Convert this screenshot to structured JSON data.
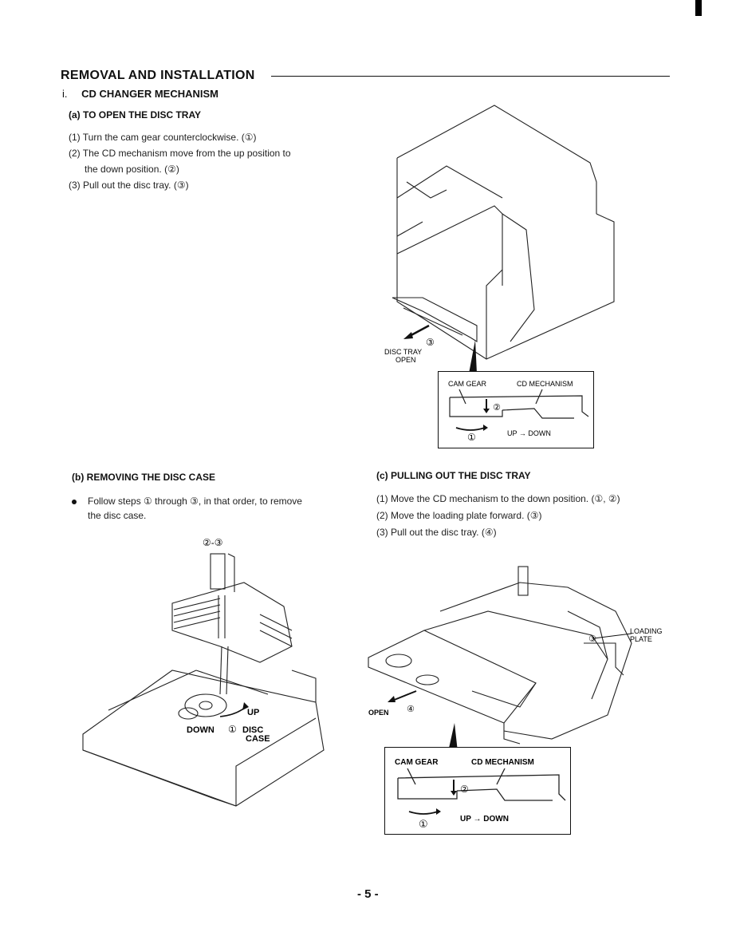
{
  "page": {
    "title": "REMOVAL AND INSTALLATION",
    "section_number": "i.",
    "section_title": "CD CHANGER MECHANISM",
    "page_number": "- 5 -"
  },
  "open_tray": {
    "heading": "(a) TO OPEN THE DISC TRAY",
    "steps": [
      "(1) Turn the cam gear counterclockwise. (①)",
      "(2) The CD mechanism move from the up position to",
      "the down position. (②)",
      "(3) Pull out the disc tray. (③)"
    ],
    "figure": {
      "arrow_callout": "③",
      "open_label_line1": "DISC TRAY",
      "open_label_line2": "OPEN",
      "inset_cam_gear": "CAM GEAR",
      "inset_cd_mechanism": "CD MECHANISM",
      "inset_callout_2": "②",
      "inset_callout_1": "①",
      "inset_up_down": "UP → DOWN"
    }
  },
  "remove_case": {
    "heading": "(b) REMOVING THE DISC CASE",
    "bullet_line1": "Follow steps ① through ③, in that order, to remove",
    "bullet_line2": "the disc case.",
    "figure": {
      "callout_top": "②-③",
      "label_up": "UP",
      "label_down": "DOWN",
      "callout_1": "①",
      "label_disc": "DISC",
      "label_case": "CASE"
    }
  },
  "pull_tray": {
    "heading": "(c) PULLING OUT THE DISC TRAY",
    "steps": [
      "(1) Move the CD mechanism to the down position. (①, ②)",
      "(2) Move the loading plate forward. (③)",
      "(3) Pull out the disc tray. (④)"
    ],
    "figure": {
      "loading_label_line1": "LOADING",
      "loading_label_line2": "PLATE",
      "callout_3": "③",
      "callout_4": "④",
      "open_label": "OPEN",
      "inset_cam_gear": "CAM GEAR",
      "inset_cd_mechanism": "CD MECHANISM",
      "inset_callout_2": "②",
      "inset_callout_1": "①",
      "inset_up_down": "UP → DOWN"
    }
  }
}
